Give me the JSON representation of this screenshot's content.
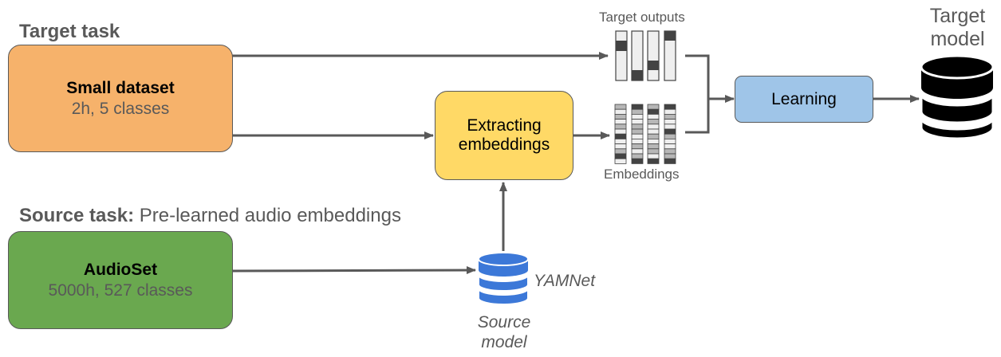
{
  "target_task": {
    "heading": "Target task"
  },
  "small_dataset": {
    "title": "Small dataset",
    "subtitle": "2h, 5 classes",
    "color": "#f6b26b"
  },
  "source_task": {
    "heading_bold": "Source task:",
    "heading_rest": " Pre-learned audio embeddings"
  },
  "audioset": {
    "title": "AudioSet",
    "subtitle": "5000h, 527 classes",
    "color": "#6aa84f"
  },
  "extracting": {
    "line1": "Extracting",
    "line2": "embeddings",
    "color": "#ffd966"
  },
  "learning": {
    "label": "Learning",
    "color": "#9fc5e8"
  },
  "target_outputs": {
    "label": "Target outputs"
  },
  "embeddings": {
    "label": "Embeddings"
  },
  "target_model": {
    "line1": "Target",
    "line2": "model"
  },
  "yamnet": {
    "label": "YAMNet",
    "caption_line1": "Source",
    "caption_line2": "model",
    "color": "#3c78d8"
  },
  "colors": {
    "arrow": "#595959",
    "text_gray": "#595959",
    "cell_dark": "#434343",
    "cell_light": "#efefef",
    "cell_mid": "#b7b7b7"
  }
}
